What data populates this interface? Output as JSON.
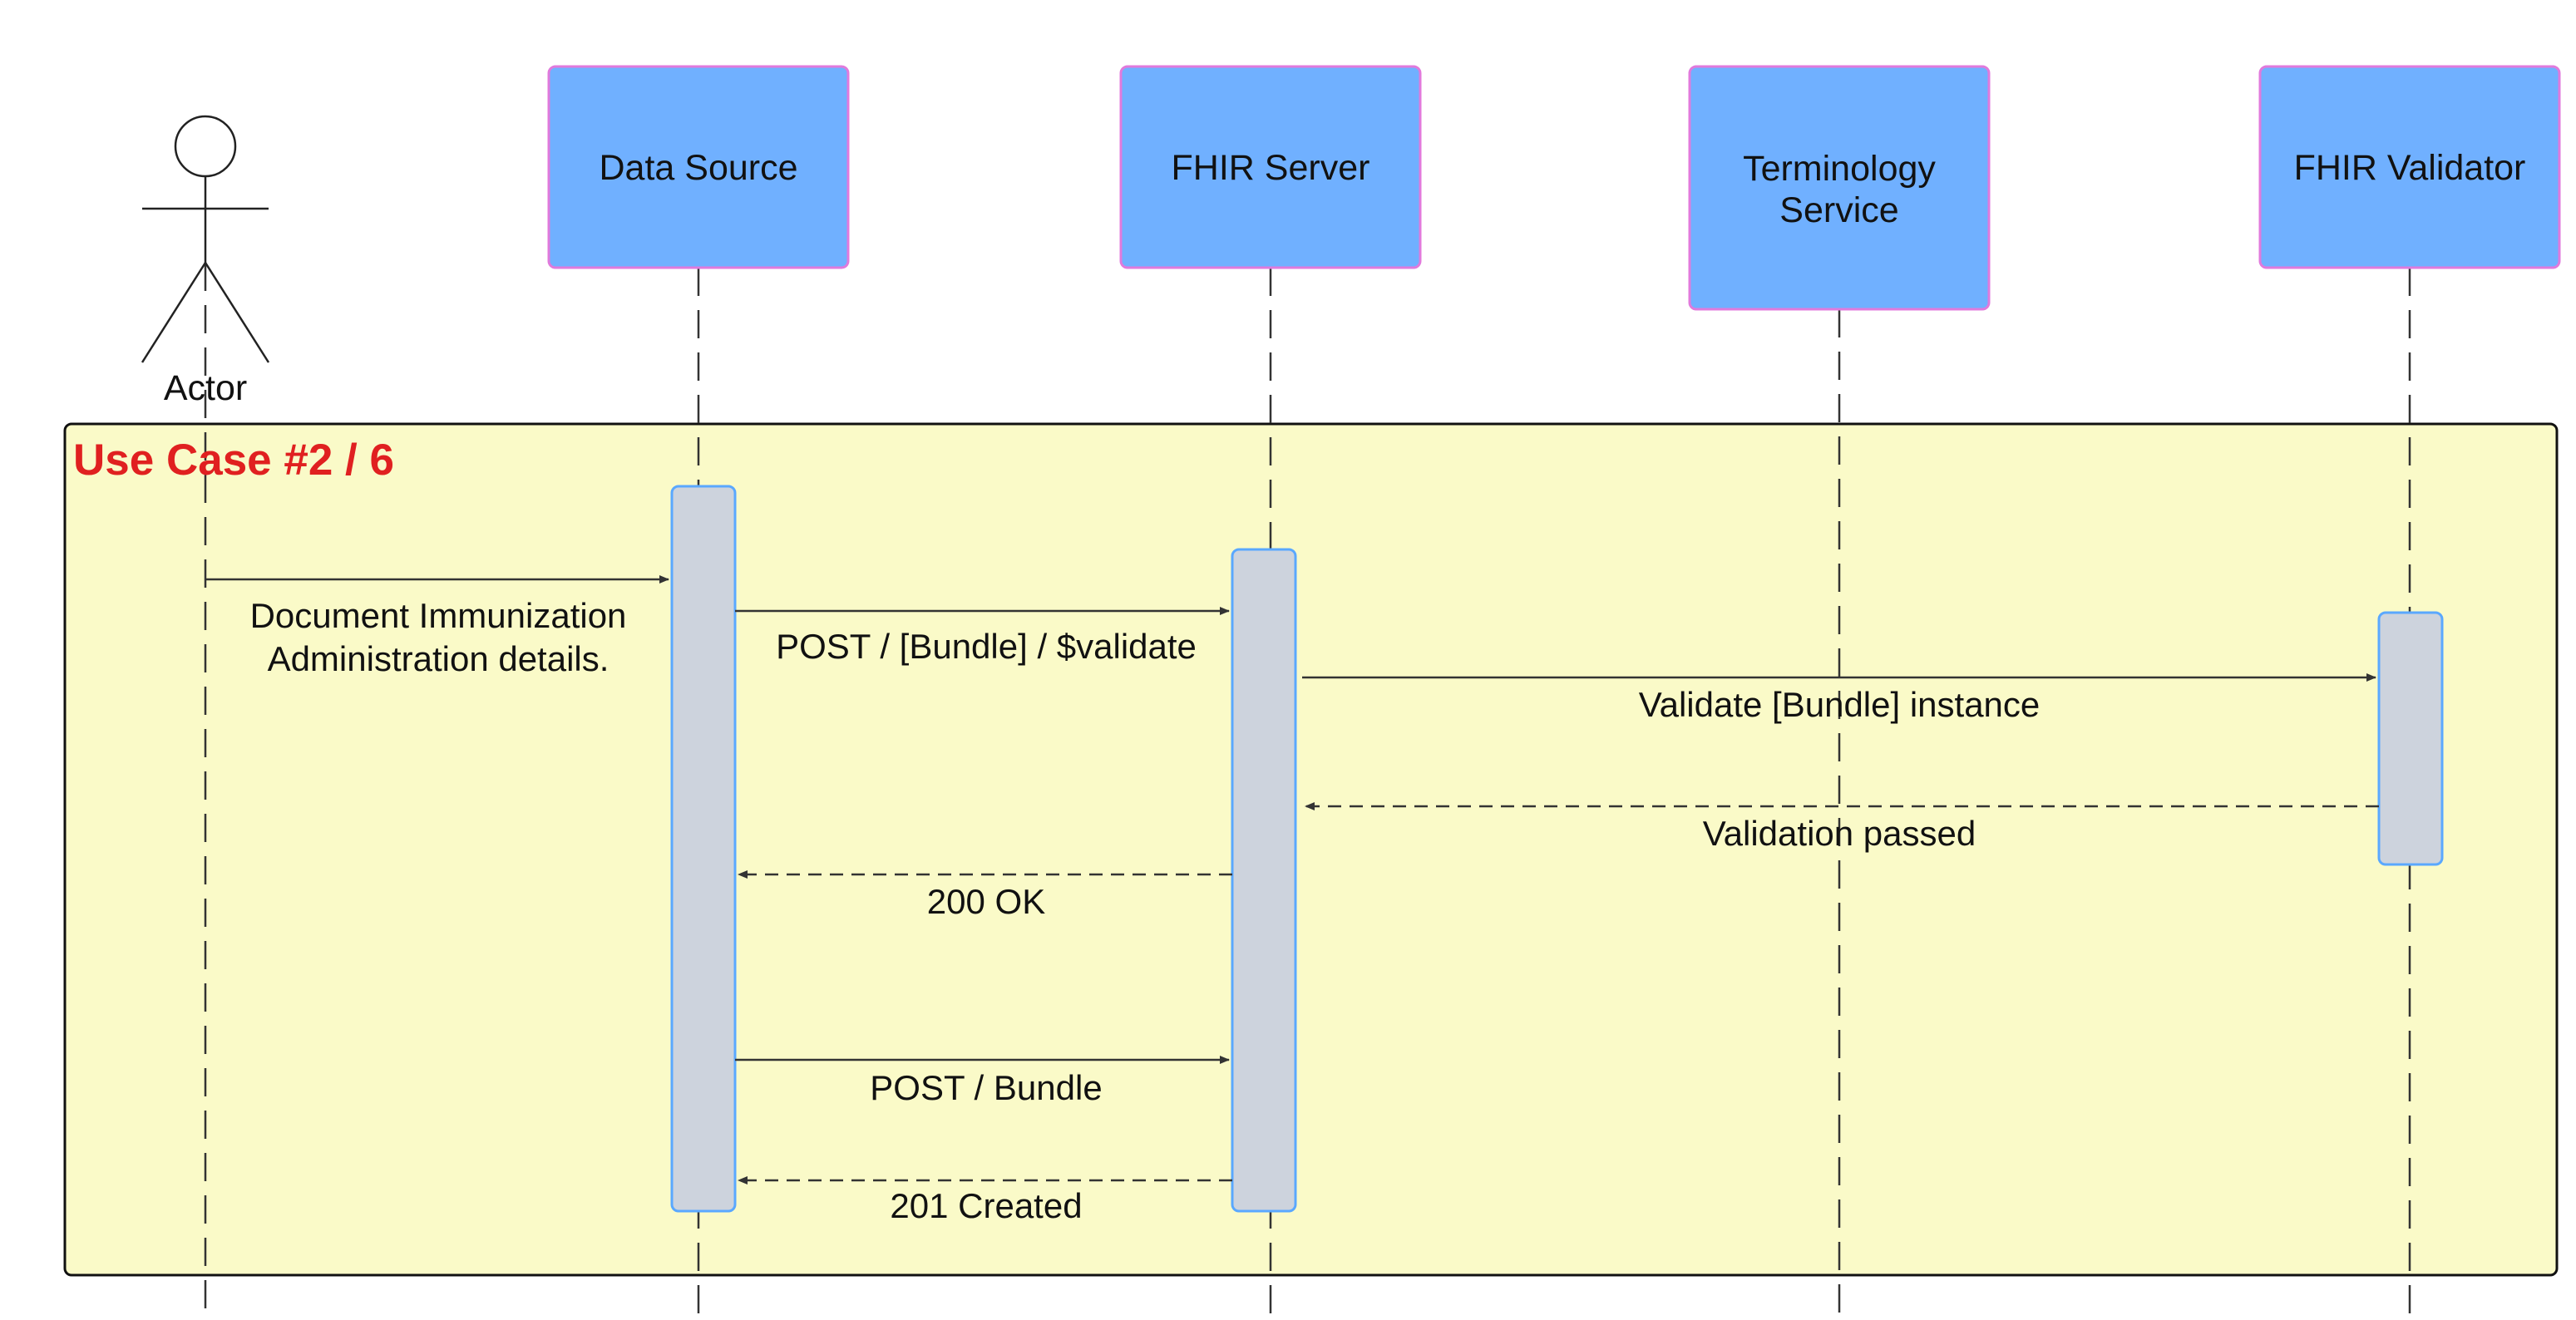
{
  "colors": {
    "participant_fill": "#70b0ff",
    "participant_border": "#e07adc",
    "frame_fill": "#fafac8",
    "frame_title": "#e02020",
    "activation_fill": "#cdd3dd",
    "activation_border": "#5aa8ff"
  },
  "actor": {
    "name": "Actor",
    "icon": "stick-figure-icon"
  },
  "participants": [
    {
      "id": "data-source",
      "lines": [
        "Data Source"
      ]
    },
    {
      "id": "fhir-server",
      "lines": [
        "FHIR Server"
      ]
    },
    {
      "id": "terminology-service",
      "lines": [
        "Terminology",
        "Service"
      ]
    },
    {
      "id": "fhir-validator",
      "lines": [
        "FHIR Validator"
      ]
    }
  ],
  "frame": {
    "title": "Use Case #2 / 6"
  },
  "messages": [
    {
      "id": "m1",
      "from": "actor",
      "to": "data-source",
      "style": "solid",
      "lines": [
        "Document Immunization",
        "Administration details."
      ]
    },
    {
      "id": "m2",
      "from": "data-source",
      "to": "fhir-server",
      "style": "solid",
      "lines": [
        "POST / [Bundle] / $validate"
      ]
    },
    {
      "id": "m3",
      "from": "fhir-server",
      "to": "fhir-validator",
      "style": "solid",
      "lines": [
        "Validate [Bundle] instance"
      ]
    },
    {
      "id": "m4",
      "from": "fhir-validator",
      "to": "fhir-server",
      "style": "dashed",
      "lines": [
        "Validation passed"
      ]
    },
    {
      "id": "m5",
      "from": "fhir-server",
      "to": "data-source",
      "style": "dashed",
      "lines": [
        "200 OK"
      ]
    },
    {
      "id": "m6",
      "from": "data-source",
      "to": "fhir-server",
      "style": "solid",
      "lines": [
        "POST / Bundle"
      ]
    },
    {
      "id": "m7",
      "from": "fhir-server",
      "to": "data-source",
      "style": "dashed",
      "lines": [
        "201 Created"
      ]
    }
  ]
}
